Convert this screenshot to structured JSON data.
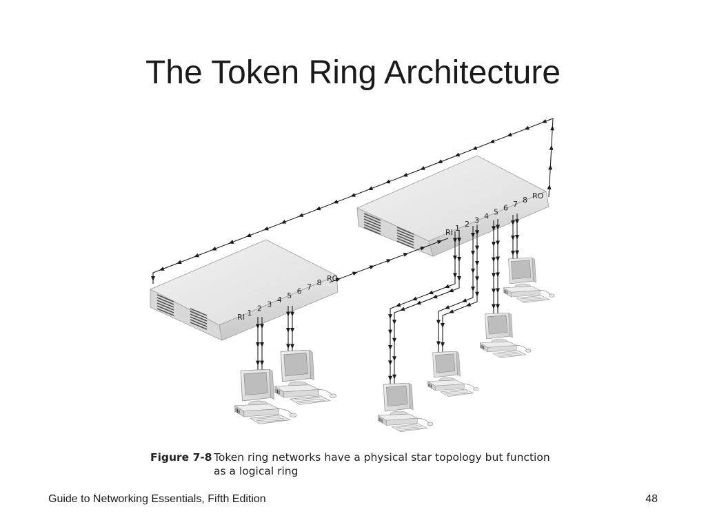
{
  "slide": {
    "title": "The Token Ring Architecture",
    "footer_left": "Guide to Networking Essentials, Fifth Edition",
    "page_number": "48"
  },
  "figure": {
    "label": "Figure 7-8",
    "caption": "Token ring networks have a physical star topology but function as a logical ring"
  },
  "hubs": [
    {
      "id": "left-mau",
      "ports": [
        "RI",
        "1",
        "2",
        "3",
        "4",
        "5",
        "6",
        "7",
        "8",
        "RO"
      ]
    },
    {
      "id": "right-mau",
      "ports": [
        "RI",
        "1",
        "2",
        "3",
        "4",
        "5",
        "6",
        "7",
        "8",
        "RO"
      ]
    }
  ],
  "colors": {
    "line": "#1a1a1a",
    "hub_top": "#ececec",
    "hub_front": "#d6d6d6",
    "monitor_body": "#e4e4e4",
    "screen": "#bdbdbd"
  },
  "icons": [
    "mau-hub-icon",
    "workstation-icon",
    "arrowhead-icon"
  ]
}
